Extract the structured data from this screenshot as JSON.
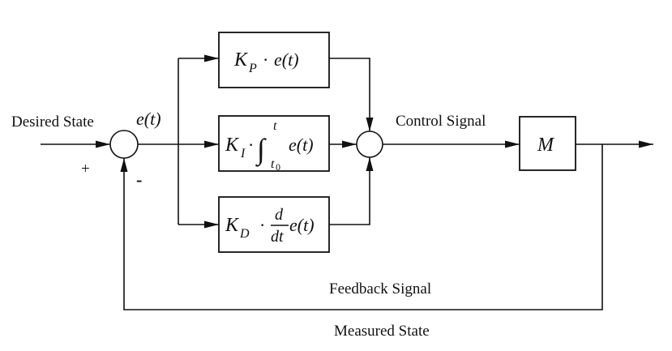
{
  "labels": {
    "desired_state": "Desired State",
    "error": "e(t)",
    "plus": "+",
    "minus": "-",
    "control_signal": "Control Signal",
    "feedback_signal": "Feedback Signal",
    "measured_state": "Measured State"
  },
  "blocks": {
    "proportional": {
      "gain": "K",
      "gain_sub": "P",
      "dot": "·",
      "term": "e(t)"
    },
    "integral": {
      "gain": "K",
      "gain_sub": "I",
      "dot": "·",
      "integral": "∫",
      "upper": "t",
      "lower": "t",
      "lower_sub": "0",
      "term": "e(t)"
    },
    "derivative": {
      "gain": "K",
      "gain_sub": "D",
      "dot": "·",
      "num": "d",
      "den": "dt",
      "term": "e(t)"
    },
    "plant": {
      "label": "M"
    }
  }
}
